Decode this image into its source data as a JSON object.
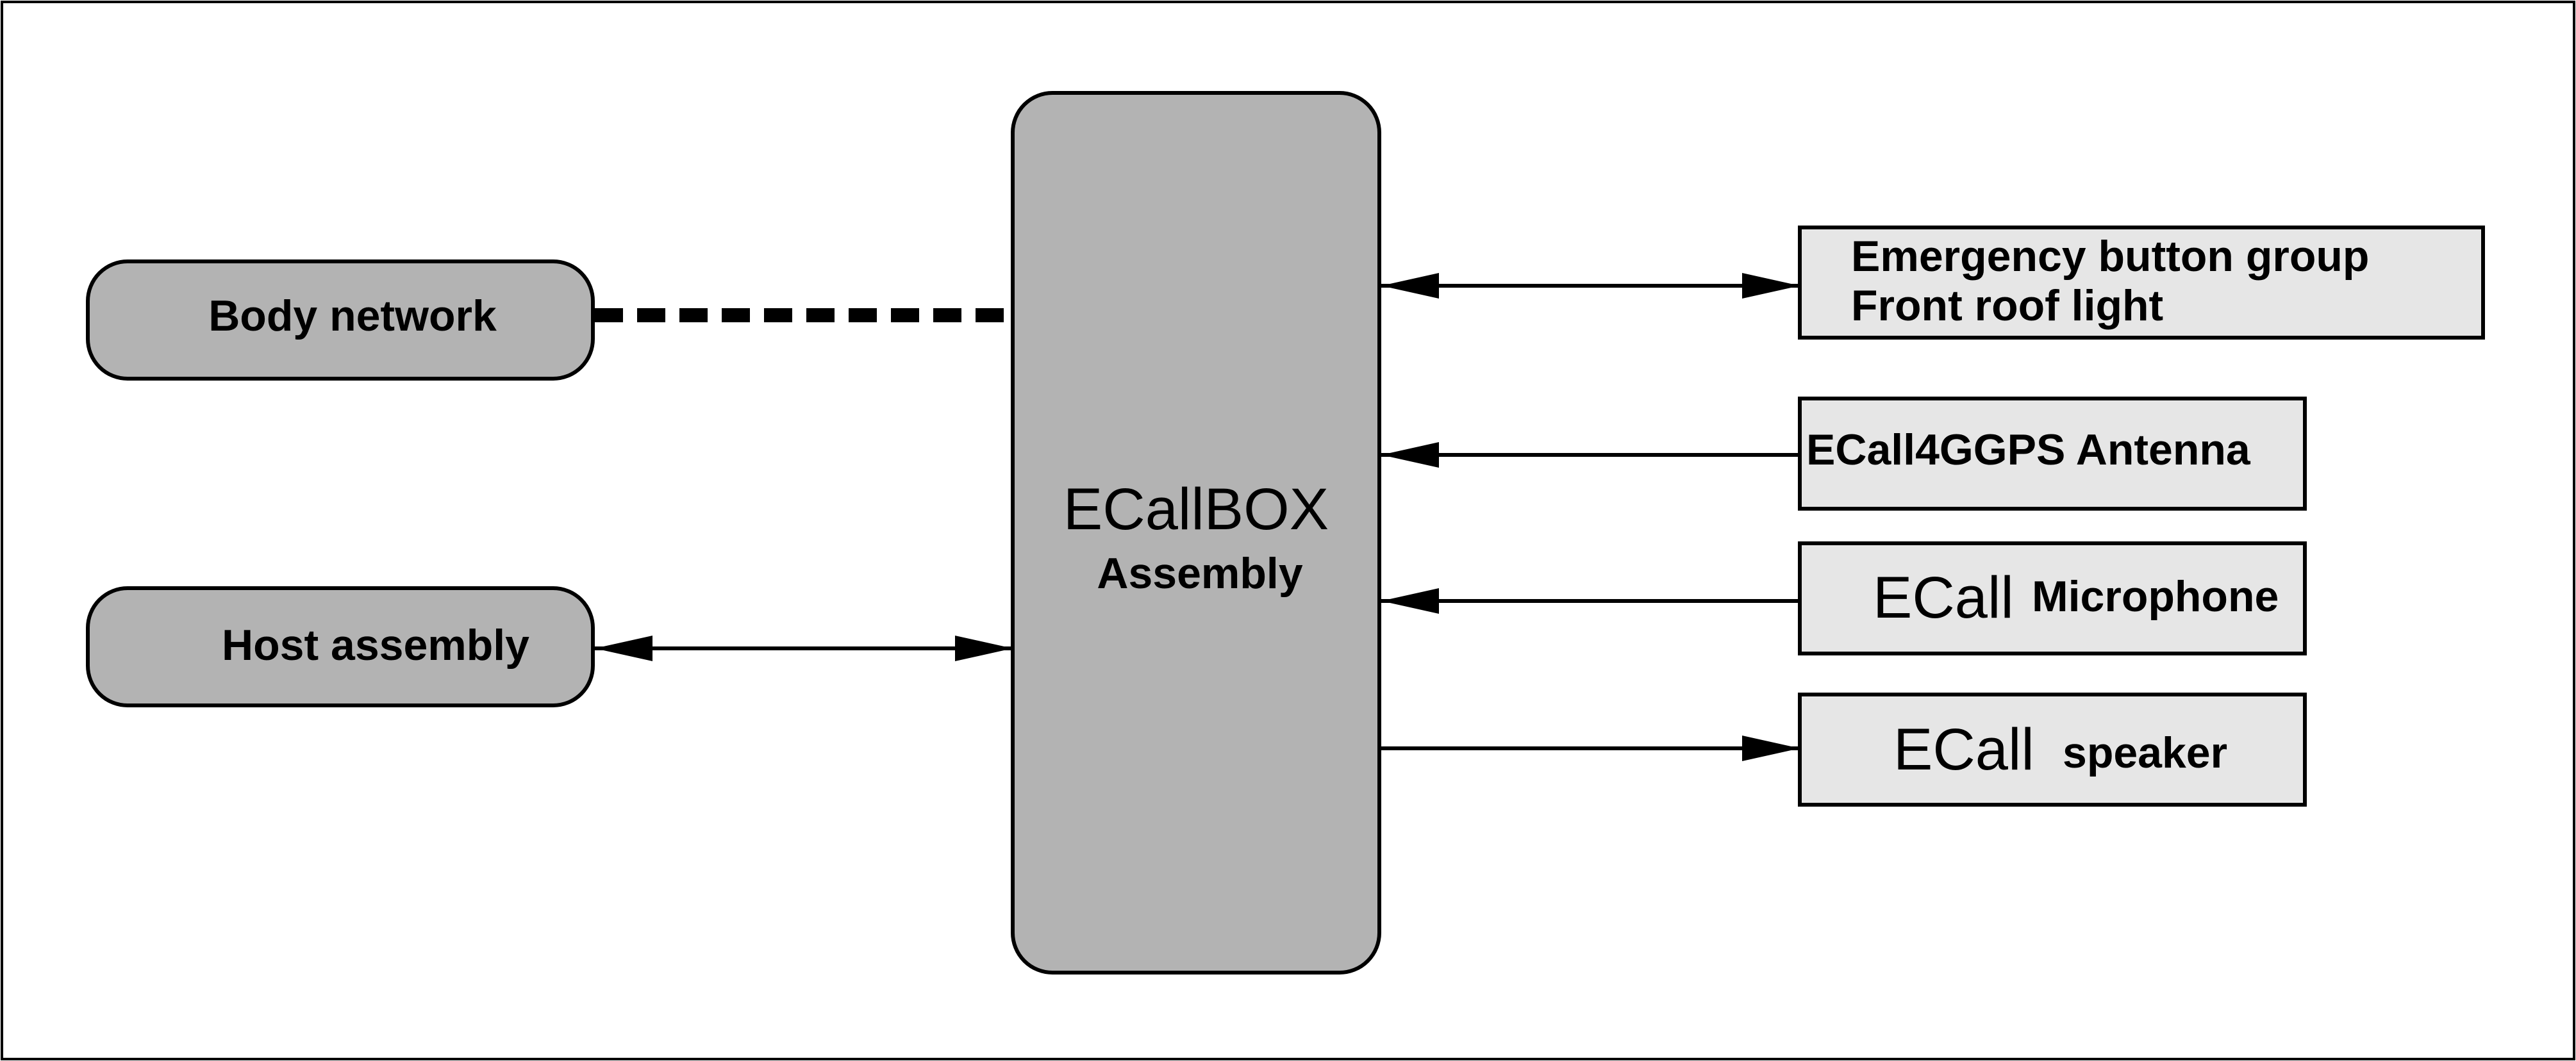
{
  "diagram": {
    "center": {
      "line1": "ECallBOX",
      "line2": "Assembly"
    },
    "left": {
      "body_network": "Body network",
      "host_assembly": "Host assembly"
    },
    "right": {
      "emergency_line1": "Emergency button group",
      "emergency_line2": "Front roof light",
      "antenna": "ECall4GGPS Antenna",
      "microphone_prefix": "ECall",
      "microphone_label": "Microphone",
      "speaker_prefix": "ECall",
      "speaker_label": "speaker"
    },
    "colors": {
      "rounded_box_fill": "#b3b3b3",
      "right_box_fill": "#e6e6e6",
      "stroke": "#000000",
      "background": "#ffffff"
    }
  }
}
